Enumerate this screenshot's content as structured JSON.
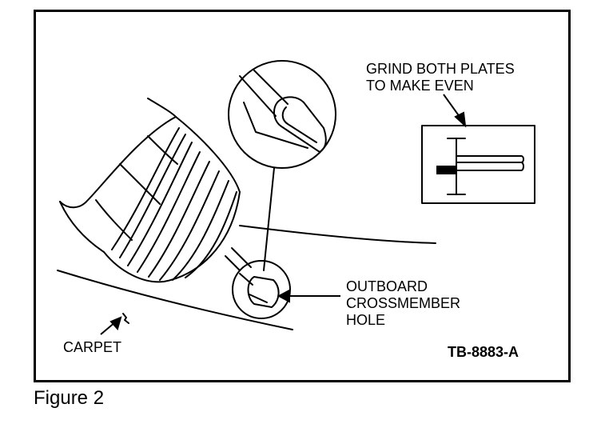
{
  "labels": {
    "grind_line1": "GRIND BOTH PLATES",
    "grind_line2": "TO MAKE EVEN",
    "outboard_line1": "OUTBOARD",
    "outboard_line2": "CROSSMEMBER",
    "outboard_line3": "HOLE",
    "carpet": "CARPET",
    "figure_id": "TB-8883-A"
  },
  "caption": "Figure 2"
}
